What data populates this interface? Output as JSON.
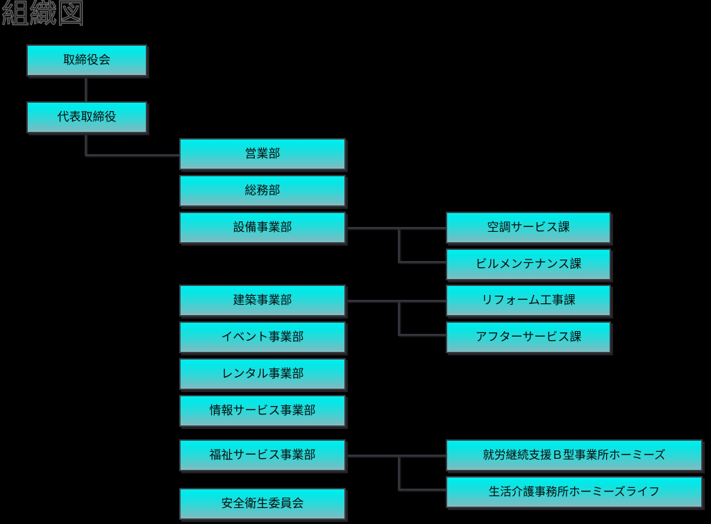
{
  "page": {
    "title": "組織図",
    "background_color": "#000000",
    "box_fill_top": "#00efef",
    "box_fill_bottom": "#80c0c4",
    "box_border_color": "#3b3b42",
    "connector_color": "#33333a",
    "text_color": "#0a0a0a"
  },
  "nodes": {
    "board": "取締役会",
    "ceo": "代表取締役",
    "sales": "営業部",
    "general_affairs": "総務部",
    "facilities": "設備事業部",
    "construction": "建築事業部",
    "event": "イベント事業部",
    "rental": "レンタル事業部",
    "info_service": "情報サービス事業部",
    "welfare_service": "福祉サービス事業部",
    "safety_committee": "安全衛生委員会",
    "hvac_service": "空調サービス課",
    "building_maintenance": "ビルメンテナンス課",
    "reform_works": "リフォーム工事課",
    "after_service": "アフターサービス課",
    "homies_b_type": "就労継続支援Ｂ型事業所ホーミーズ",
    "homies_life": "生活介護事務所ホーミーズライフ"
  },
  "chart_data": {
    "type": "diagram",
    "title": "組織図",
    "levels": [
      {
        "level": 1,
        "items": [
          "取締役会"
        ]
      },
      {
        "level": 2,
        "items": [
          "代表取締役"
        ]
      },
      {
        "level": 3,
        "items": [
          "営業部",
          "総務部",
          "設備事業部",
          "建築事業部",
          "イベント事業部",
          "レンタル事業部",
          "情報サービス事業部",
          "福祉サービス事業部",
          "安全衛生委員会"
        ]
      },
      {
        "level": 4,
        "items": [
          "空調サービス課",
          "ビルメンテナンス課",
          "リフォーム工事課",
          "アフターサービス課",
          "就労継続支援Ｂ型事業所ホーミーズ",
          "生活介護事務所ホーミーズライフ"
        ]
      }
    ],
    "edges": [
      {
        "from": "取締役会",
        "to": "代表取締役"
      },
      {
        "from": "代表取締役",
        "to": "営業部"
      },
      {
        "from": "代表取締役",
        "to": "総務部"
      },
      {
        "from": "代表取締役",
        "to": "設備事業部"
      },
      {
        "from": "代表取締役",
        "to": "建築事業部"
      },
      {
        "from": "代表取締役",
        "to": "イベント事業部"
      },
      {
        "from": "代表取締役",
        "to": "レンタル事業部"
      },
      {
        "from": "代表取締役",
        "to": "情報サービス事業部"
      },
      {
        "from": "代表取締役",
        "to": "福祉サービス事業部"
      },
      {
        "from": "代表取締役",
        "to": "安全衛生委員会"
      },
      {
        "from": "設備事業部",
        "to": "空調サービス課"
      },
      {
        "from": "設備事業部",
        "to": "ビルメンテナンス課"
      },
      {
        "from": "建築事業部",
        "to": "リフォーム工事課"
      },
      {
        "from": "建築事業部",
        "to": "アフターサービス課"
      },
      {
        "from": "福祉サービス事業部",
        "to": "就労継続支援Ｂ型事業所ホーミーズ"
      },
      {
        "from": "福祉サービス事業部",
        "to": "生活介護事務所ホーミーズライフ"
      }
    ]
  }
}
